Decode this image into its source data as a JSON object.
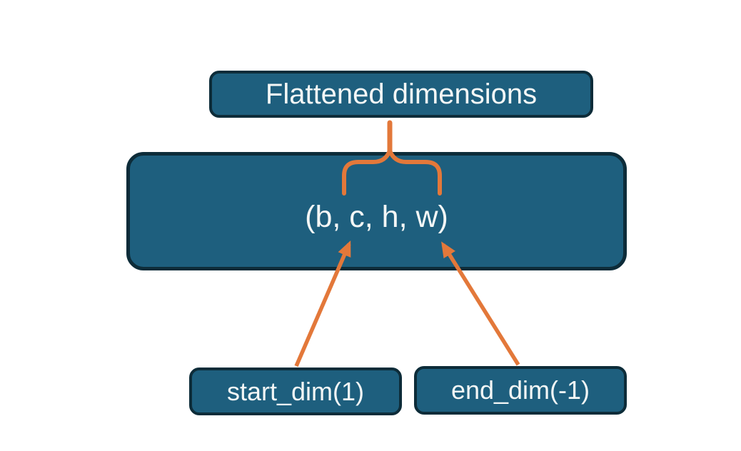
{
  "diagram": {
    "nodes": {
      "flattened": {
        "label": "Flattened dimensions"
      },
      "tensor": {
        "label": "(b, c, h, w)"
      },
      "start_dim": {
        "label": "start_dim(1)"
      },
      "end_dim": {
        "label": "end_dim(-1)"
      }
    },
    "colors": {
      "node_fill": "#1e5f7e",
      "node_border": "#0d2c39",
      "node_text": "#f4f7f6",
      "accent_orange": "#e3783a",
      "background": "#ffffff"
    }
  }
}
